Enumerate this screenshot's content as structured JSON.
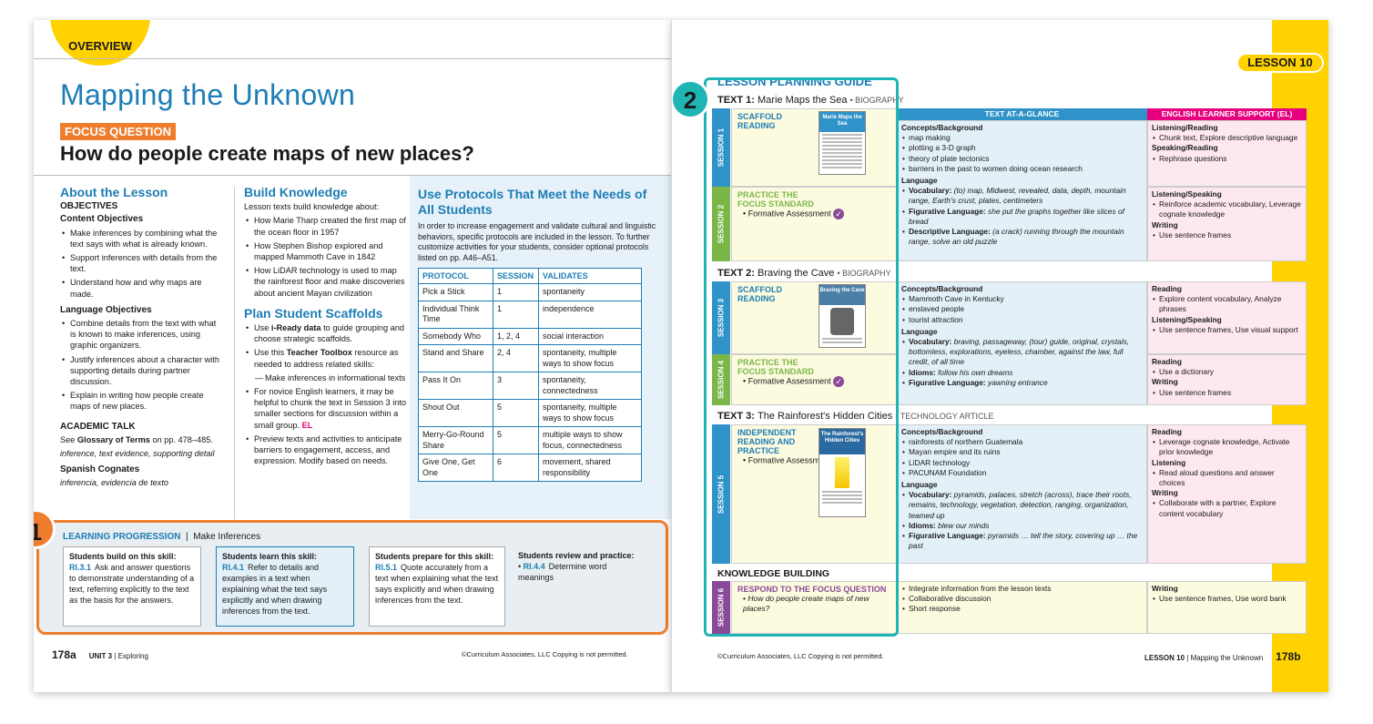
{
  "left": {
    "overview_tab": "OVERVIEW",
    "title": "Mapping the Unknown",
    "focus_label": "FOCUS QUESTION",
    "focus_question": "How do people create maps of new places?",
    "about": {
      "heading": "About the Lesson",
      "objectives": "OBJECTIVES",
      "content_obj": "Content Objectives",
      "content_items": [
        "Make inferences by combining what the text says with what is already known.",
        "Support inferences with details from the text.",
        "Understand how and why maps are made."
      ],
      "lang_obj": "Language Objectives",
      "lang_items": [
        "Combine details from the text with what is known to make inferences, using graphic organizers.",
        "Justify inferences about a character with supporting details during partner discussion.",
        "Explain in writing how people create maps of new places."
      ],
      "academic_talk": "ACADEMIC TALK",
      "see_prefix": "See ",
      "see_bold": "Glossary of Terms",
      "see_suffix": " on pp. 478–485.",
      "terms": "inference, text evidence, supporting detail",
      "spanish": "Spanish Cognates",
      "cognates": "inferencia, evidencia de texto"
    },
    "build": {
      "heading": "Build Knowledge",
      "intro": "Lesson texts build knowledge about:",
      "items": [
        "How Marie Tharp created the first map of the ocean floor in 1957",
        "How Stephen Bishop explored and mapped Mammoth Cave in 1842",
        "How LiDAR technology is used to map the rainforest floor and make discoveries about ancient Mayan civilization"
      ]
    },
    "scaffolds": {
      "heading": "Plan Student Scaffolds",
      "i1a": "Use ",
      "i1b": "i-Ready data",
      "i1c": " to guide grouping and choose strategic scaffolds.",
      "i2a": "Use this ",
      "i2b": "Teacher Toolbox",
      "i2c": " resource as needed to address related skills:",
      "i2dash": "Make inferences in informational texts",
      "i3": "For novice English learners, it may be helpful to chunk the text in Session 3 into smaller sections for discussion within a small group. ",
      "el": "EL",
      "i4": "Preview texts and activities to anticipate barriers to engagement, access, and expression. Modify based on needs."
    },
    "protocols": {
      "heading": "Use Protocols That Meet the Needs of All Students",
      "intro": "In order to increase engagement and validate cultural and linguistic behaviors, specific protocols are included in the lesson. To further customize activities for your students, consider optional protocols listed on pp. A46–A51.",
      "headers": [
        "PROTOCOL",
        "SESSION",
        "VALIDATES"
      ],
      "rows": [
        [
          "Pick a Stick",
          "1",
          "spontaneity"
        ],
        [
          "Individual Think Time",
          "1",
          "independence"
        ],
        [
          "Somebody Who",
          "1, 2, 4",
          "social interaction"
        ],
        [
          "Stand and Share",
          "2, 4",
          "spontaneity, multiple ways to show focus"
        ],
        [
          "Pass It On",
          "3",
          "spontaneity, connectedness"
        ],
        [
          "Shout Out",
          "5",
          "spontaneity, multiple ways to show focus"
        ],
        [
          "Merry-Go-Round Share",
          "5",
          "multiple ways to show focus, connectedness"
        ],
        [
          "Give One, Get One",
          "6",
          "movement, shared responsibility"
        ]
      ]
    },
    "progression": {
      "badge": "1",
      "title": "LEARNING PROGRESSION",
      "sub": "Make Inferences",
      "cards": [
        {
          "head": "Students build on this skill:",
          "code": "RI.3.1",
          "text": "Ask and answer questions to demonstrate understanding of a text, referring explicitly to the text as the basis for the answers."
        },
        {
          "head": "Students learn this skill:",
          "code": "RI.4.1",
          "text": "Refer to details and examples in a text when explaining what the text says explicitly and when drawing inferences from the text."
        },
        {
          "head": "Students prepare for this skill:",
          "code": "RI.5.1",
          "text": "Quote accurately from a text when explaining what the text says explicitly and when drawing inferences from the text."
        },
        {
          "head": "Students review and practice:",
          "code": "RI.4.4",
          "text": "Determine word meanings"
        }
      ]
    },
    "footer": {
      "page": "178a",
      "unit": "UNIT 3",
      "sep": "|",
      "unit_name": "Exploring",
      "copy": "©Curriculum Associates, LLC   Copying is not permitted."
    }
  },
  "right": {
    "lesson_tab": "LESSON 10",
    "guide_title": "LESSON PLANNING GUIDE",
    "badge": "2",
    "headers": {
      "glance": "TEXT AT-A-GLANCE",
      "ell": "ENGLISH LEARNER SUPPORT (EL)"
    },
    "text1": {
      "label": "TEXT 1:",
      "name": "Marie Maps the Sea",
      "type": "• BIOGRAPHY",
      "thumb": "Marie Maps the Sea"
    },
    "text2": {
      "label": "TEXT 2:",
      "name": "Braving the Cave",
      "type": "• BIOGRAPHY",
      "thumb": "Braving the Cave"
    },
    "text3": {
      "label": "TEXT 3:",
      "name": "The Rainforest's Hidden Cities",
      "type": "• TECHNOLOGY ARTICLE",
      "thumb": "The Rainforest's Hidden Cities"
    },
    "s1": {
      "session": "SESSION 1",
      "title": "SCAFFOLD READING"
    },
    "s2": {
      "session": "SESSION 2",
      "title": "PRACTICE THE FOCUS STANDARD",
      "fa": "Formative Assessment"
    },
    "s3": {
      "session": "SESSION 3",
      "title": "SCAFFOLD READING"
    },
    "s4": {
      "session": "SESSION 4",
      "title": "PRACTICE THE FOCUS STANDARD",
      "fa": "Formative Assessment"
    },
    "s5": {
      "session": "SESSION 5",
      "title": "INDEPENDENT READING AND PRACTICE",
      "fa": "Formative Assessment"
    },
    "s6": {
      "session": "SESSION 6",
      "title": "RESPOND TO THE FOCUS QUESTION",
      "q": "How do people create maps of new places?"
    },
    "glance1": {
      "cb": "Concepts/Background",
      "cb_items": [
        "map making",
        "plotting a 3-D graph",
        "theory of plate tectonics",
        "barriers in the past to women doing ocean research"
      ],
      "lang": "Language",
      "voc_l": "Vocabulary:",
      "voc": "(to) map, Midwest, revealed, data, depth, mountain range, Earth's crust, plates, centimeters",
      "fig_l": "Figurative Language:",
      "fig": "she put the graphs together like slices of bread",
      "desc_l": "Descriptive Language:",
      "desc": "(a crack) running through the mountain range, solve an old puzzle"
    },
    "glance2": {
      "cb": "Concepts/Background",
      "cb_items": [
        "Mammoth Cave in Kentucky",
        "enslaved people",
        "tourist attraction"
      ],
      "lang": "Language",
      "voc_l": "Vocabulary:",
      "voc": "braving, passageway, (tour) guide, original, crystals, bottomless, explorations, eyeless, chamber, against the law, full credit, of all time",
      "id_l": "Idioms:",
      "id": "follow his own dreams",
      "fig_l": "Figurative Language:",
      "fig": "yawning entrance"
    },
    "glance3": {
      "cb": "Concepts/Background",
      "cb_items": [
        "rainforests of northern Guatemala",
        "Mayan empire and its ruins",
        "LiDAR technology",
        "PACUNAM Foundation"
      ],
      "lang": "Language",
      "voc_l": "Vocabulary:",
      "voc": "pyramids, palaces, stretch (across), trace their roots, remains, technology, vegetation, detection, ranging, organization, teamed up",
      "id_l": "Idioms:",
      "id": "blew our minds",
      "fig_l": "Figurative Language:",
      "fig": "pyramids … tell the story, covering up … the past"
    },
    "glance6": {
      "items": [
        "Integrate information from the lesson texts",
        "Collaborative discussion",
        "Short response"
      ]
    },
    "ell1": {
      "h1": "Listening/Reading",
      "i1": [
        "Chunk text, Explore descriptive language"
      ],
      "h2": "Speaking/Reading",
      "i2": [
        "Rephrase questions"
      ]
    },
    "ell2": {
      "h1": "Listening/Speaking",
      "i1": [
        "Reinforce academic vocabulary, Leverage cognate knowledge"
      ],
      "h2": "Writing",
      "i2": [
        "Use sentence frames"
      ]
    },
    "ell3": {
      "h1": "Reading",
      "i1": [
        "Explore content vocabulary, Analyze phrases"
      ],
      "h2": "Listening/Speaking",
      "i2": [
        "Use sentence frames, Use visual support"
      ]
    },
    "ell4": {
      "h1": "Reading",
      "i1": [
        "Use a dictionary"
      ],
      "h2": "Writing",
      "i2": [
        "Use sentence frames"
      ]
    },
    "ell5": {
      "h1": "Reading",
      "i1": [
        "Leverage cognate knowledge, Activate prior knowledge"
      ],
      "h2": "Listening",
      "i2": [
        "Read aloud questions and answer choices"
      ],
      "h3": "Writing",
      "i3": [
        "Collaborate with a partner, Explore content vocabulary"
      ]
    },
    "ell6": {
      "h1": "Writing",
      "i1": [
        "Use sentence frames, Use word bank"
      ]
    },
    "kb": "KNOWLEDGE BUILDING",
    "footer": {
      "copy": "©Curriculum Associates, LLC   Copying is not permitted.",
      "lesson": "LESSON 10",
      "sep": "|",
      "name": "Mapping the Unknown",
      "page": "178b"
    },
    "colors": {
      "blue": "#2f93c9",
      "green": "#7ab648",
      "purple": "#8a4a9a",
      "pink": "#e6007e",
      "yellow": "#ffd200",
      "teal": "#1fb5b5",
      "orange": "#ee7e2e"
    }
  }
}
